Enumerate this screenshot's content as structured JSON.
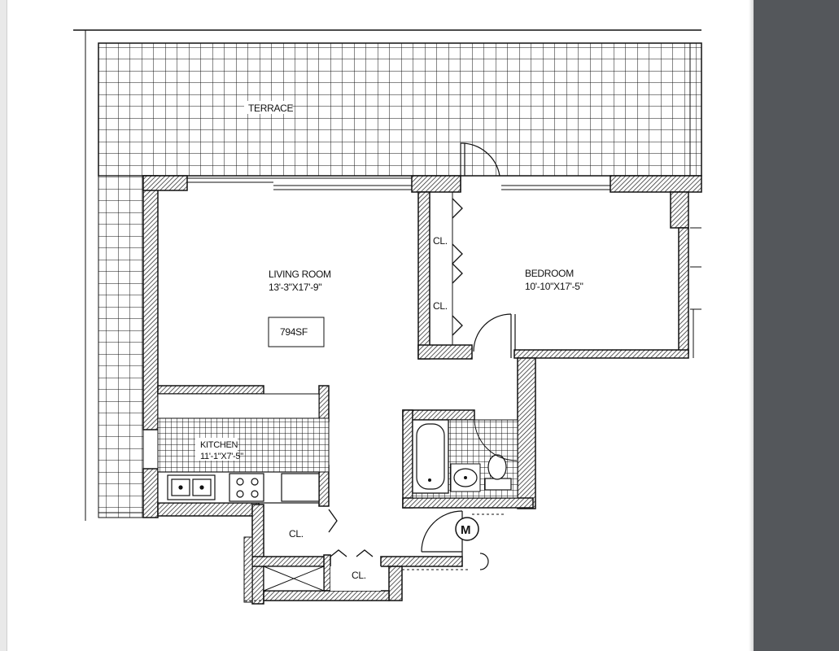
{
  "plan": {
    "terrace_label": "TERRACE",
    "living_room": {
      "name": "LIVING ROOM",
      "dims": "13'-3\"X17'-9\""
    },
    "bedroom": {
      "name": "BEDROOM",
      "dims": "10'-10\"X17'-5\""
    },
    "kitchen": {
      "name": "KITCHEN",
      "dims": "11'-1\"X7'-5\""
    },
    "area_box": "794SF",
    "closet_label": "CL.",
    "closets": [
      "CL.",
      "CL.",
      "CL.",
      "CL."
    ],
    "meter_label": "M"
  },
  "colors": {
    "wall": "#1a1a1a",
    "hatch": "#555555",
    "background": "#ffffff",
    "viewer_panel": "#54575b"
  },
  "icons": [
    "sink-icon",
    "stove-icon",
    "bathtub-icon",
    "toilet-icon",
    "lavatory-icon",
    "meter-icon",
    "shaft-icon"
  ]
}
